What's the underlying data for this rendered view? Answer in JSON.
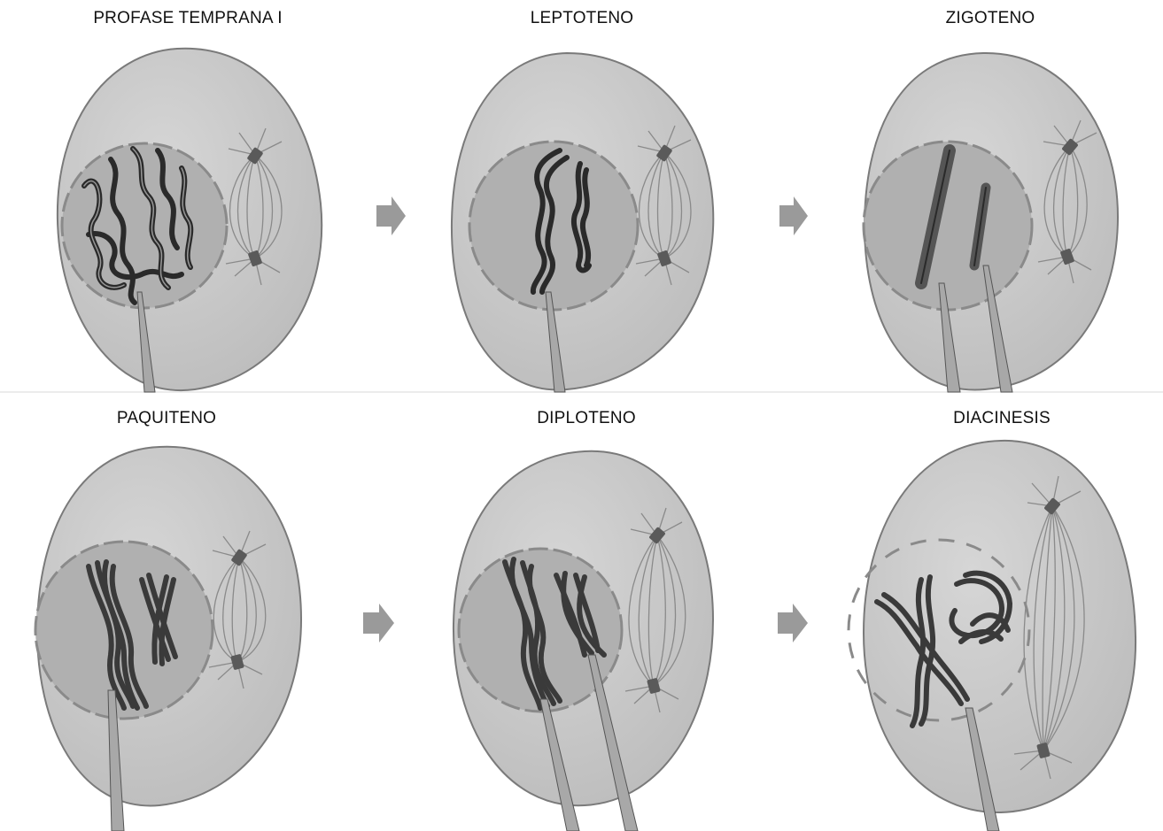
{
  "stages": [
    {
      "label": "PROFASE TEMPRANA I"
    },
    {
      "label": "LEPTOTENO"
    },
    {
      "label": "ZIGOTENO"
    },
    {
      "label": "PAQUITENO"
    },
    {
      "label": "DIPLOTENO"
    },
    {
      "label": "DIACINESIS"
    }
  ],
  "colors": {
    "cytoplasm": "#c9c9c9",
    "nucleus": "#b0b0b0",
    "chromatin": "#2a2a2a",
    "spindle": "#8a8a8a",
    "arrow": "#9a9a9a"
  },
  "arrows": [
    "right-arrow",
    "right-arrow",
    "right-arrow",
    "right-arrow"
  ]
}
